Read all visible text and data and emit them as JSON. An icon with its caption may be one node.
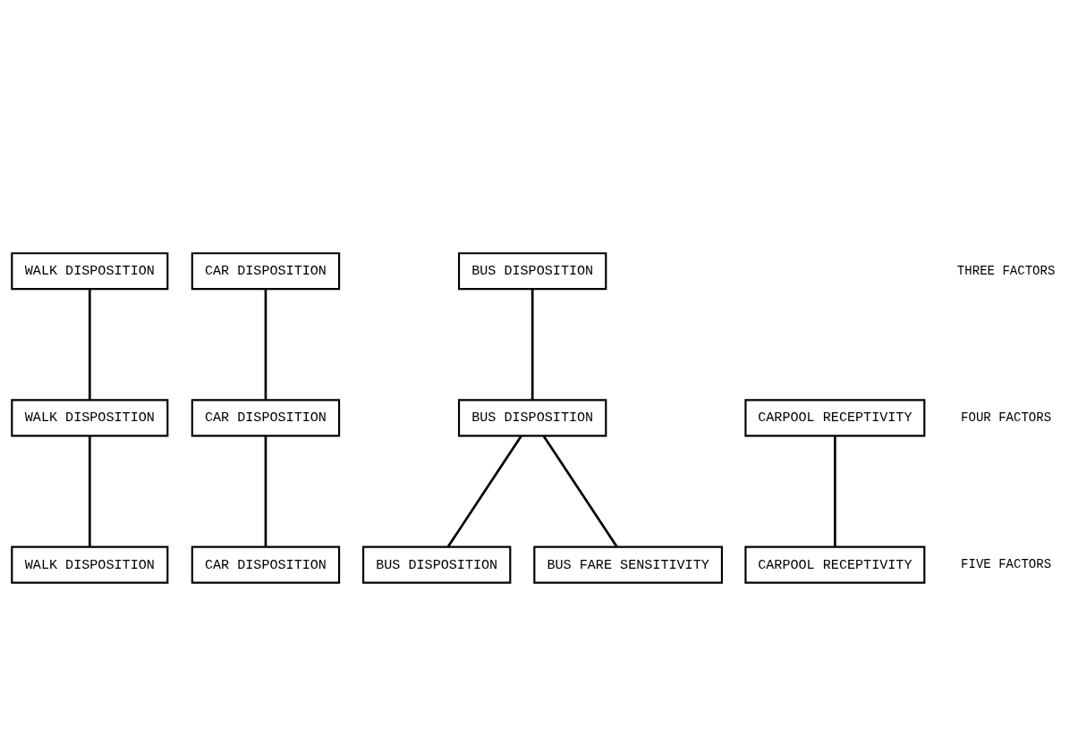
{
  "diagram": {
    "nodes": [
      {
        "text": [
          "WALK DISPOSITION"
        ]
      },
      {
        "text": [
          "CAR DISPOSITION"
        ]
      },
      {
        "text": [
          "BUS DISPOSITION"
        ]
      },
      {
        "text": [
          "WALK DISPOSITION"
        ]
      },
      {
        "text": [
          "CAR DISPOSITION"
        ]
      },
      {
        "text": [
          "BUS DISPOSITION"
        ]
      },
      {
        "text": [
          "CARPOOL RECEPTIVITY"
        ]
      },
      {
        "text": [
          "WALK DISPOSITION"
        ]
      },
      {
        "text": [
          "CAR DISPOSITION"
        ]
      },
      {
        "text": [
          "BUS DISPOSITION"
        ]
      },
      {
        "text": [
          "BUS FARE SENSITIVITY"
        ]
      },
      {
        "text": [
          "CARPOOL RECEPTIVITY"
        ]
      }
    ],
    "edges": [
      {
        "from": 0,
        "to": 3,
        "arrow": "none"
      },
      {
        "from": 1,
        "to": 4,
        "arrow": "none"
      },
      {
        "from": 2,
        "to": 5,
        "arrow": "none"
      },
      {
        "from": 3,
        "to": 7,
        "arrow": "none"
      },
      {
        "from": 4,
        "to": 8,
        "arrow": "none"
      },
      {
        "from": 5,
        "to": 9,
        "arrow": "none"
      },
      {
        "from": 5,
        "to": 10,
        "arrow": "none"
      },
      {
        "from": 6,
        "to": 11,
        "arrow": "none"
      }
    ],
    "labels": [
      "THREE FACTORS",
      "FOUR FACTORS",
      "FIVE FACTORS"
    ]
  }
}
